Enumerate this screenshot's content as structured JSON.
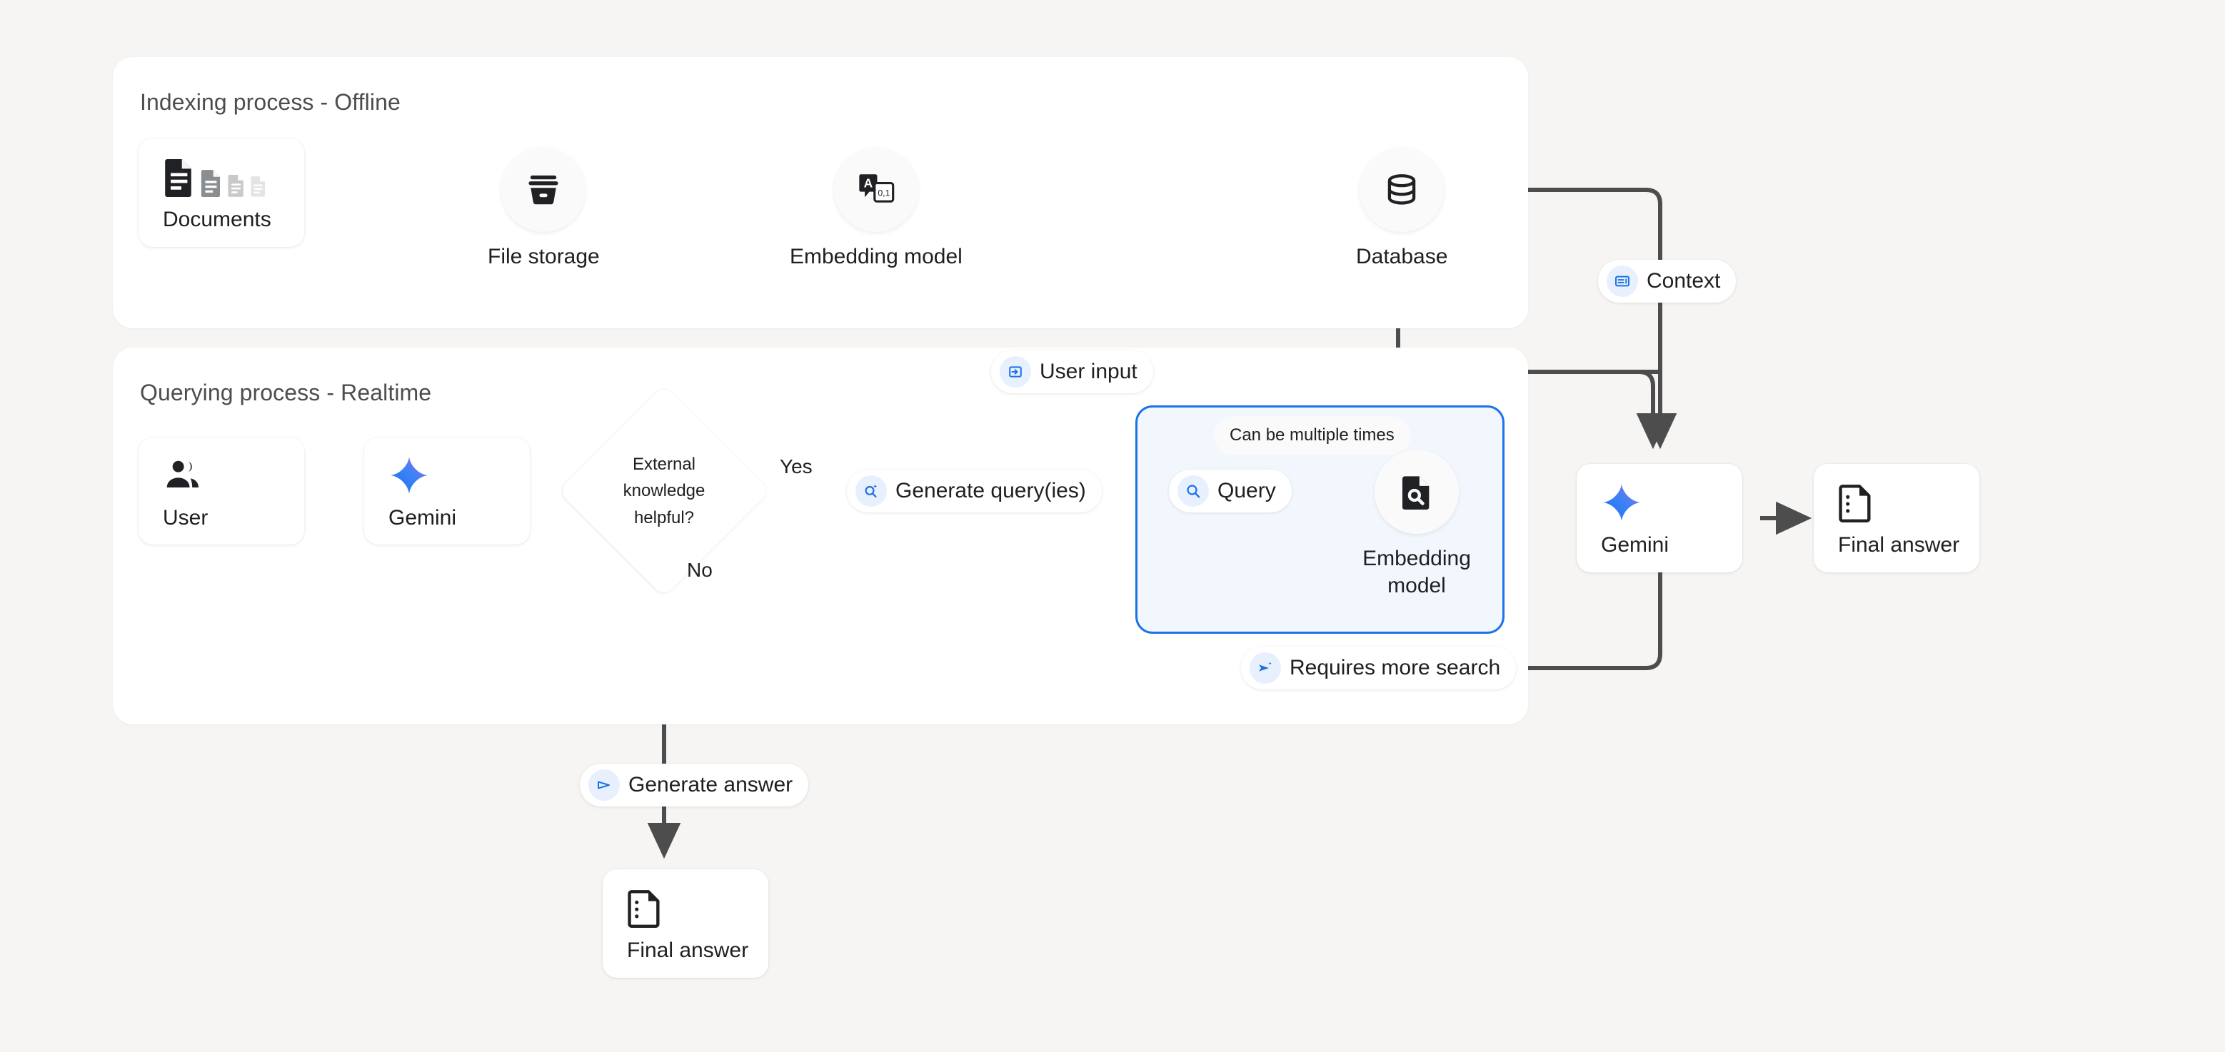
{
  "background": "#f6f5f3",
  "accent_blue": "#1a73e8",
  "line_color": "#4d4d4d",
  "panels": [
    {
      "id": "indexing",
      "title": "Indexing process - Offline"
    },
    {
      "id": "querying",
      "title": "Querying process - Realtime"
    }
  ],
  "indexing": {
    "documents": {
      "label": "Documents",
      "icon": "documents-icon"
    },
    "file_storage": {
      "label": "File storage",
      "icon": "archive-icon"
    },
    "embedding_model": {
      "label": "Embedding model",
      "icon": "translate-icon"
    },
    "database": {
      "label": "Database",
      "icon": "database-icon"
    }
  },
  "querying": {
    "user": {
      "label": "User",
      "icon": "people-icon"
    },
    "gemini_left": {
      "label": "Gemini",
      "icon": "gemini-spark-icon"
    },
    "decision": {
      "label": "External knowledge helpful?",
      "line1": "External",
      "line2": "knowledge",
      "line3": "helpful?"
    },
    "yes_label": "Yes",
    "no_label": "No",
    "generate_queries": {
      "label": "Generate query(ies)",
      "icon": "search-sparkle-icon"
    },
    "loop": {
      "note": "Can be multiple times",
      "query": {
        "label": "Query",
        "icon": "search-icon"
      },
      "embedding_model": {
        "label": "Embedding model",
        "line1": "Embedding",
        "line2": "model",
        "icon": "document-search-icon"
      }
    },
    "user_input": {
      "label": "User input",
      "icon": "login-icon"
    },
    "requires_more_search": {
      "label": "Requires more search",
      "icon": "send-sparkle-icon"
    },
    "generate_answer": {
      "label": "Generate answer",
      "icon": "send-icon"
    },
    "final_answer_bottom": {
      "label": "Final answer",
      "icon": "answer-doc-icon"
    },
    "context": {
      "label": "Context",
      "icon": "context-panel-icon"
    },
    "gemini_right": {
      "label": "Gemini",
      "icon": "gemini-spark-icon"
    },
    "final_answer_right": {
      "label": "Final answer",
      "icon": "answer-doc-icon"
    }
  }
}
